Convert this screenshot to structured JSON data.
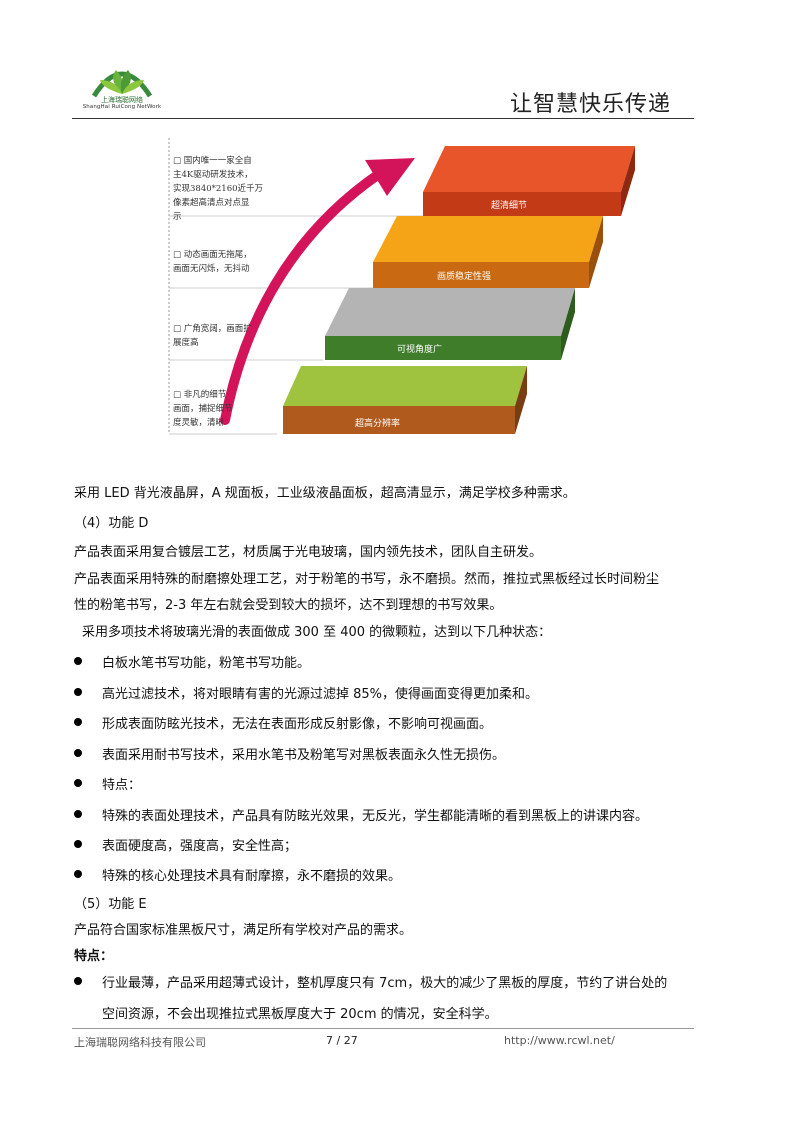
{
  "header": {
    "logo_name_cn": "上海瑞聪网络",
    "logo_name_en": "ShangHai RuiCong NetWork",
    "slogan": "让智慧快乐传递"
  },
  "diagram": {
    "notes": [
      [
        "□ 国内唯一一家全自",
        "主4K驱动研发技术，",
        "实现3840*2160近千万",
        "像素超高清点对点显",
        "示"
      ],
      [
        "□ 动态画面无拖尾，",
        "画面无闪烁，无抖动"
      ],
      [
        "□ 广角宽阔，画面扩",
        "展度高"
      ],
      [
        "□ 非凡的细节",
        "画面，捕捉细节",
        "度灵敏，清晰"
      ]
    ],
    "steps": [
      "超高分辨率",
      "可视角度广",
      "画质稳定性强",
      "超清细节"
    ],
    "colors": {
      "step1": "#8fb33c",
      "step2": "#a9a9a9",
      "step3": "#f5a317",
      "step4": "#e8552a",
      "arrow": "#d4145a"
    }
  },
  "body": {
    "p1": "采用 LED 背光液晶屏，A 规面板，工业级液晶面板，超高清显示，满足学校多种需求。",
    "h4": "（4）功能 D",
    "p2": "产品表面采用复合镀层工艺，材质属于光电玻璃，国内领先技术，团队自主研发。",
    "p3a": "产品表面采用特殊的耐磨擦处理工艺，对于粉笔的书写，永不磨损。然而，推拉式黑板经过长时间粉尘",
    "p3b": "性的粉笔书写，2-3 年左右就会受到较大的损坏，达不到理想的书写效果。",
    "p4": "采用多项技术将玻璃光滑的表面做成 300  至  400  的微颗粒，达到以下几种状态：",
    "bullets1": [
      "白板水笔书写功能，粉笔书写功能。",
      "高光过滤技术，将对眼睛有害的光源过滤掉 85%，使得画面变得更加柔和。",
      "形成表面防眩光技术，无法在表面形成反射影像，不影响可视画面。",
      "表面采用耐书写技术，采用水笔书及粉笔写对黑板表面永久性无损伤。",
      "特点：",
      "特殊的表面处理技术，产品具有防眩光效果，无反光，学生都能清晰的看到黑板上的讲课内容。",
      "表面硬度高，强度高，安全性高；",
      "特殊的核心处理技术具有耐摩擦，永不磨损的效果。"
    ],
    "h5": "（5）功能 E",
    "p5": "产品符合国家标准黑板尺寸，满足所有学校对产品的需求。",
    "features_label": "特点：",
    "bullet_last_a": "行业最薄，产品采用超薄式设计，整机厚度只有 7cm，极大的减少了黑板的厚度，节约了讲台处的",
    "bullet_last_b": "空间资源，不会出现推拉式黑板厚度大于 20cm 的情况，安全科学。"
  },
  "footer": {
    "company": "上海瑞聪网络科技有限公司",
    "page": "7 / 27",
    "url": "http://www.rcwl.net/"
  }
}
